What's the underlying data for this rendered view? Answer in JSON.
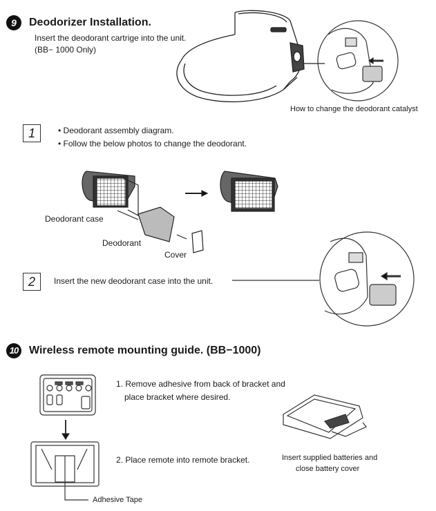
{
  "section9": {
    "number": "9",
    "title": "Deodorizer Installation.",
    "line1": "Insert the deodorant cartrige into the unit.",
    "line2": "(BB− 1000 Only)",
    "catalyst_caption": "How to change the deodorant catalyst"
  },
  "step1": {
    "number": "1",
    "bullet1": "• Deodorant assembly diagram.",
    "bullet2": "• Follow the below photos to change the deodorant.",
    "label_case": "Deodorant case",
    "label_deodorant": "Deodorant",
    "label_cover": "Cover"
  },
  "step2": {
    "number": "2",
    "text": "Insert the new deodorant case into the unit."
  },
  "section10": {
    "number": "10",
    "title": "Wireless remote mounting guide. (BB−1000)",
    "step1_line1": "1. Remove adhesive from  back of bracket and",
    "step1_line2": "place bracket where desired.",
    "step2": "2. Place remote into remote bracket.",
    "battery_line1": "Insert supplied batteries and",
    "battery_line2": "close battery cover",
    "tape_label": "Adhesive Tape"
  }
}
